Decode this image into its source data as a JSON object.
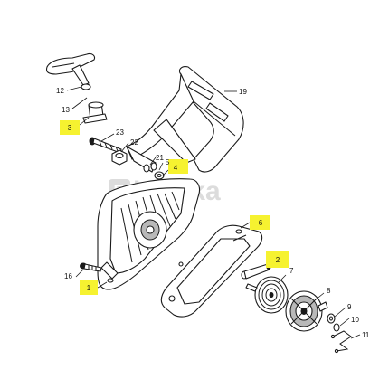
{
  "watermark": {
    "brand": "bareka",
    "badge": "B"
  },
  "callouts": [
    {
      "id": "c1",
      "label": "1",
      "highlighted": true
    },
    {
      "id": "c2",
      "label": "2",
      "highlighted": true
    },
    {
      "id": "c3",
      "label": "3",
      "highlighted": true
    },
    {
      "id": "c4",
      "label": "4",
      "highlighted": true
    },
    {
      "id": "c5",
      "label": "5",
      "highlighted": false
    },
    {
      "id": "c6",
      "label": "6",
      "highlighted": true
    },
    {
      "id": "c7",
      "label": "7",
      "highlighted": false
    },
    {
      "id": "c8",
      "label": "8",
      "highlighted": false
    },
    {
      "id": "c9",
      "label": "9",
      "highlighted": false
    },
    {
      "id": "c10",
      "label": "10",
      "highlighted": false
    },
    {
      "id": "c11",
      "label": "11",
      "highlighted": false
    },
    {
      "id": "c12",
      "label": "12",
      "highlighted": false
    },
    {
      "id": "c13",
      "label": "13",
      "highlighted": false
    },
    {
      "id": "c16",
      "label": "16",
      "highlighted": false
    },
    {
      "id": "c19",
      "label": "19",
      "highlighted": false
    },
    {
      "id": "c21",
      "label": "21",
      "highlighted": false
    },
    {
      "id": "c22",
      "label": "22",
      "highlighted": false
    },
    {
      "id": "c23",
      "label": "23",
      "highlighted": false
    }
  ],
  "colors": {
    "highlight": "#f6f230",
    "ink": "#1a1a1a",
    "watermark": "#d9d9d9"
  }
}
